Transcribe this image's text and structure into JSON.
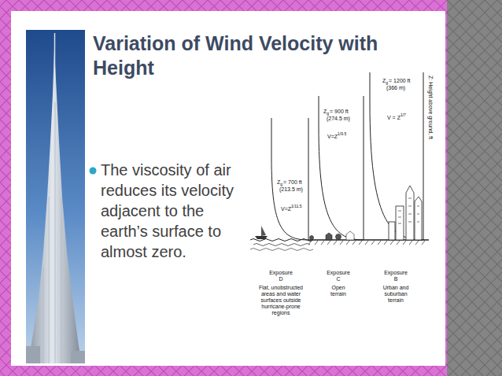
{
  "diagram": {
    "title": "Variation of Wind Velocity with Height",
    "labels": [
      "The viscosity of air reduces its velocity adjacent to the earth’s surface to almost zero.",
      "Z",
      "g",
      "= 1200 ft",
      "(366 m)",
      "V = Z",
      "1/7",
      "Z: Height above ground, ft",
      "Z",
      "g",
      "= 900 ft",
      "(274.5 m)",
      "V=Z",
      "1/9.5",
      "Z",
      "g",
      "= 700 ft",
      "(213.5 m)",
      "V=Z",
      "1/11.5",
      "Exposure D",
      "Flat, unobstructed areas and water surfaces outside hurricane-prone regions",
      "Exposure C",
      "Open terrain",
      "Exposure B",
      "Urban and suburban terrain"
    ]
  }
}
